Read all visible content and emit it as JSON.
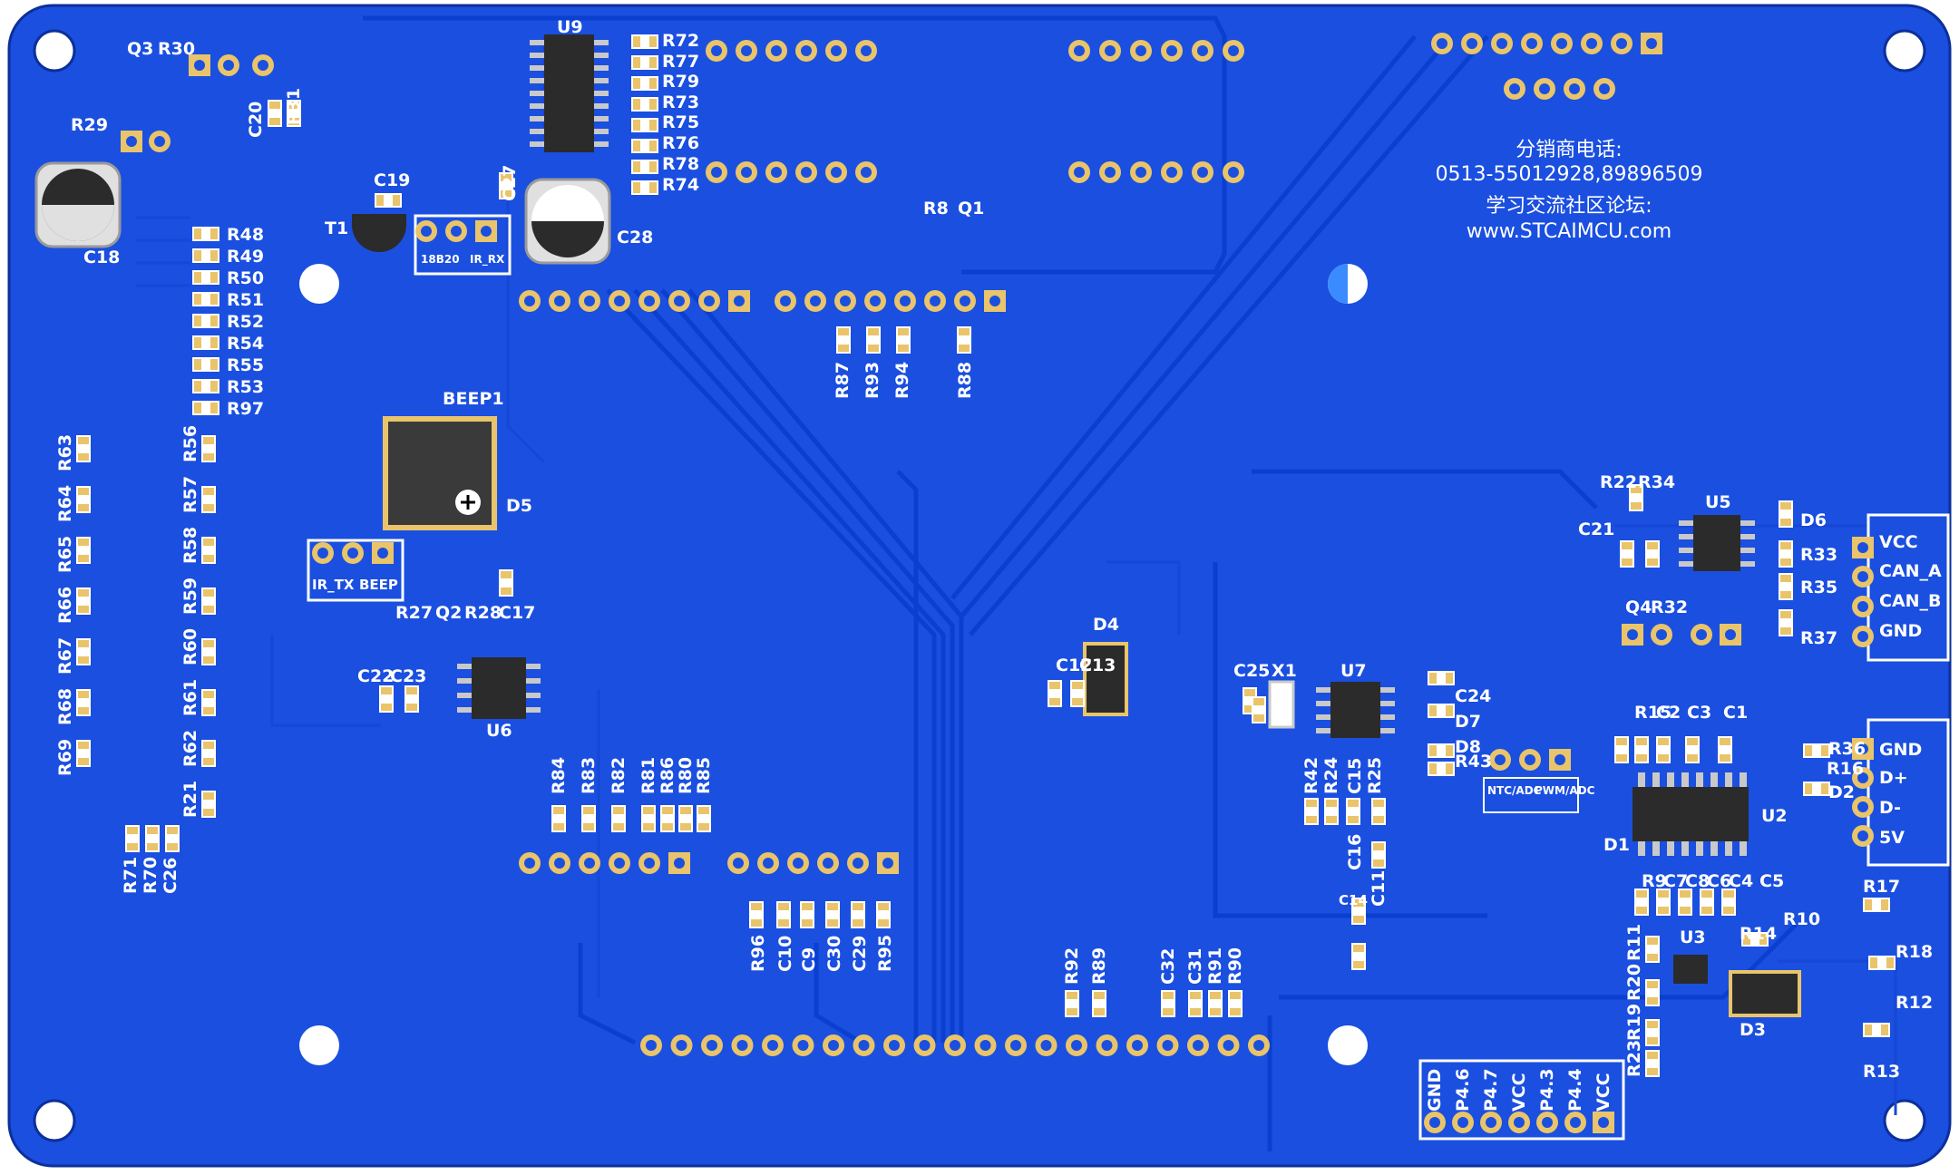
{
  "board": {
    "board_color": "#1a4fe0",
    "silk_color": "#ffffff",
    "pad_color": "#e9c46a",
    "chip_color": "#2b2b2b",
    "info_lines": [
      "分销商电话:",
      "0513-55012928,89896509",
      "学习交流社区论坛:",
      "www.STCAIMCU.com"
    ]
  },
  "labels": {
    "ic": [
      "U9",
      "U5",
      "U6",
      "U7",
      "U2",
      "U3",
      "X1",
      "D4",
      "D3",
      "BEEP1",
      "T1"
    ],
    "resistors": [
      "R72",
      "R77",
      "R79",
      "R73",
      "R75",
      "R76",
      "R78",
      "R74",
      "R8",
      "Q1",
      "R29",
      "R30",
      "Q3",
      "R31",
      "C20",
      "C19",
      "C27",
      "C28",
      "C18"
    ],
    "r_column_a": [
      "R48",
      "R49",
      "R50",
      "R51",
      "R52",
      "R54",
      "R55",
      "R53",
      "R97"
    ],
    "r_column_b": [
      "R63",
      "R64",
      "R65",
      "R66",
      "R67",
      "R68",
      "R69"
    ],
    "r_column_c": [
      "R56",
      "R57",
      "R58",
      "R59",
      "R60",
      "R61",
      "R62",
      "R21"
    ],
    "r_row_top": [
      "R87",
      "R93",
      "R94",
      "R88"
    ],
    "r_row_mid": [
      "R84",
      "R83",
      "R82",
      "R81",
      "R86",
      "R80",
      "R85"
    ],
    "r_row_bottom": [
      "R96",
      "C10",
      "C9",
      "C30",
      "C29",
      "R95"
    ],
    "r_row_low": [
      "R92",
      "R89",
      "C32",
      "C31",
      "R91",
      "R90"
    ],
    "bottom_left": [
      "R71",
      "R70",
      "C26"
    ],
    "misc": [
      "D5",
      "R27",
      "Q2",
      "R28",
      "C17",
      "C22",
      "C23",
      "C12",
      "C13",
      "C25",
      "C24",
      "D7",
      "D8",
      "R43",
      "R42",
      "R24",
      "C15",
      "R25",
      "C16",
      "C11",
      "R22",
      "R34",
      "D6",
      "C21",
      "Q4",
      "R32",
      "R33",
      "R35",
      "R37",
      "R36",
      "R16",
      "D2",
      "R15",
      "C2",
      "C3",
      "C1",
      "D1",
      "R9",
      "C7",
      "C8",
      "C6",
      "C4",
      "C5",
      "R17",
      "R10",
      "R14",
      "R18",
      "R12",
      "R13",
      "R11",
      "R20",
      "R19",
      "R23",
      "C14",
      "NTC"
    ]
  },
  "connectors": {
    "can": [
      "VCC",
      "CAN_A",
      "CAN_B",
      "GND"
    ],
    "usb": [
      "GND",
      "D+",
      "D-",
      "5V"
    ],
    "bottom_header": [
      "GND",
      "P4.6",
      "P4.7",
      "VCC",
      "P4.3",
      "P4.4",
      "VCC"
    ],
    "ir_header": [
      "IR_TX",
      "BEEP"
    ],
    "sensor_header": [
      "18B20",
      "IR_RX"
    ],
    "ntc_header": [
      "NTC/ADC",
      "PWM/ADC"
    ]
  }
}
